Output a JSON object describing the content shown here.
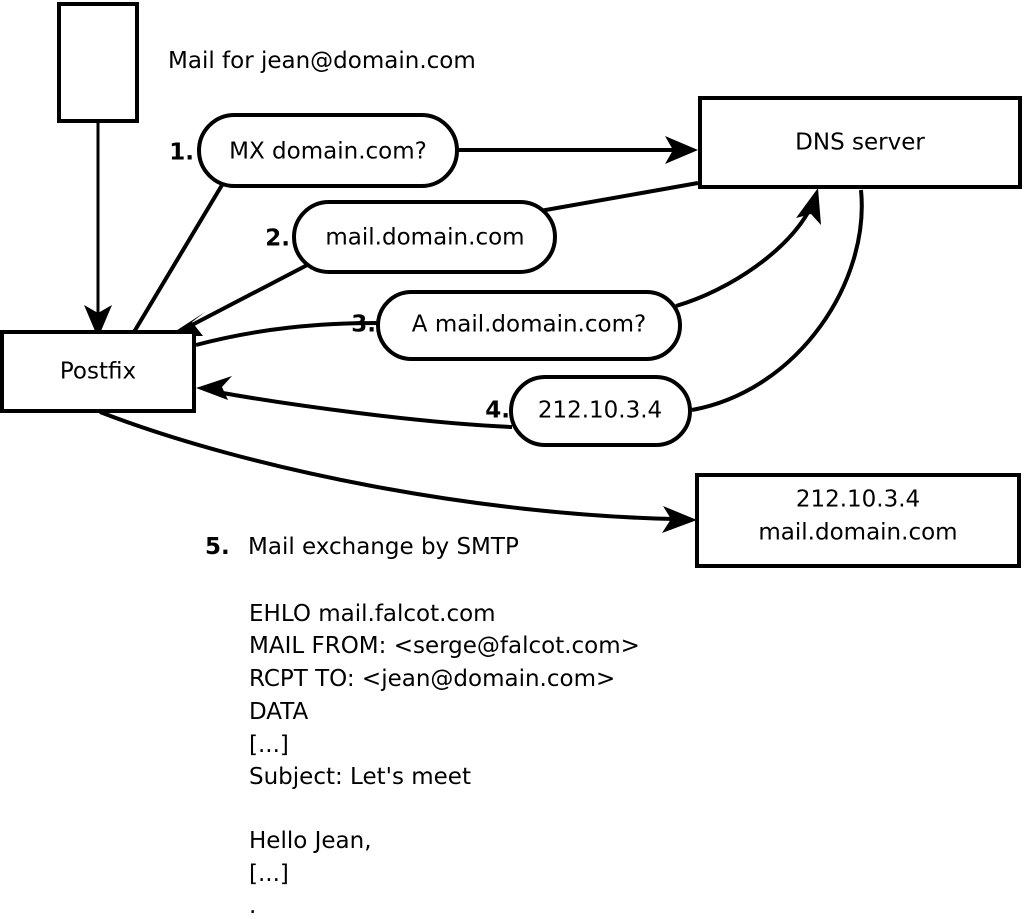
{
  "diagram": {
    "title_note": "Mail for jean@domain.com",
    "nodes": {
      "sender_client": {
        "label": ""
      },
      "postfix": {
        "label": "Postfix"
      },
      "dns_server": {
        "label": "DNS server"
      },
      "mail_server": {
        "line1": "212.10.3.4",
        "line2": "mail.domain.com"
      }
    },
    "steps": [
      {
        "number": "1.",
        "label": "MX domain.com?"
      },
      {
        "number": "2.",
        "label": "mail.domain.com"
      },
      {
        "number": "3.",
        "label": "A mail.domain.com?"
      },
      {
        "number": "4.",
        "label": "212.10.3.4"
      }
    ],
    "step5": {
      "number": "5.",
      "label": "Mail exchange by SMTP"
    },
    "transcript": [
      "EHLO mail.falcot.com",
      "MAIL FROM: <serge@falcot.com>",
      "RCPT TO: <jean@domain.com>",
      "DATA",
      "[...]",
      "Subject: Let's meet",
      "",
      "Hello Jean,",
      "[...]",
      "."
    ],
    "colors": {
      "stroke": "#000000",
      "fill": "#ffffff",
      "background": "#ffffff"
    }
  }
}
